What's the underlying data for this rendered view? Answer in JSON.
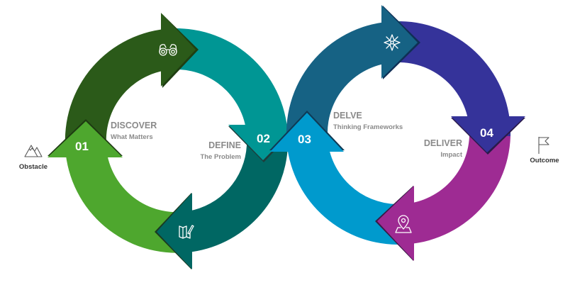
{
  "diagram": {
    "type": "double-loop process",
    "start": {
      "label": "Obstacle",
      "icon": "mountain-icon"
    },
    "end": {
      "label": "Outcome",
      "icon": "flag-icon"
    },
    "steps": [
      {
        "number": "01",
        "title": "DISCOVER",
        "subtitle": "What Matters",
        "icon": "binoculars-icon",
        "color": "#4EA72E",
        "color_dark": "#2B5A19"
      },
      {
        "number": "02",
        "title": "DEFINE",
        "subtitle": "The Problem",
        "icon": "map-pencil-icon",
        "color": "#009694",
        "color_dark": "#006763"
      },
      {
        "number": "03",
        "title": "DELVE",
        "subtitle": "Thinking Frameworks",
        "icon": "compass-star-icon",
        "color": "#009ACD",
        "color_dark": "#166284"
      },
      {
        "number": "04",
        "title": "DELIVER",
        "subtitle": "Impact",
        "icon": "location-pin-icon",
        "color": "#35339A",
        "color_dark": "#9E2B93"
      }
    ]
  }
}
